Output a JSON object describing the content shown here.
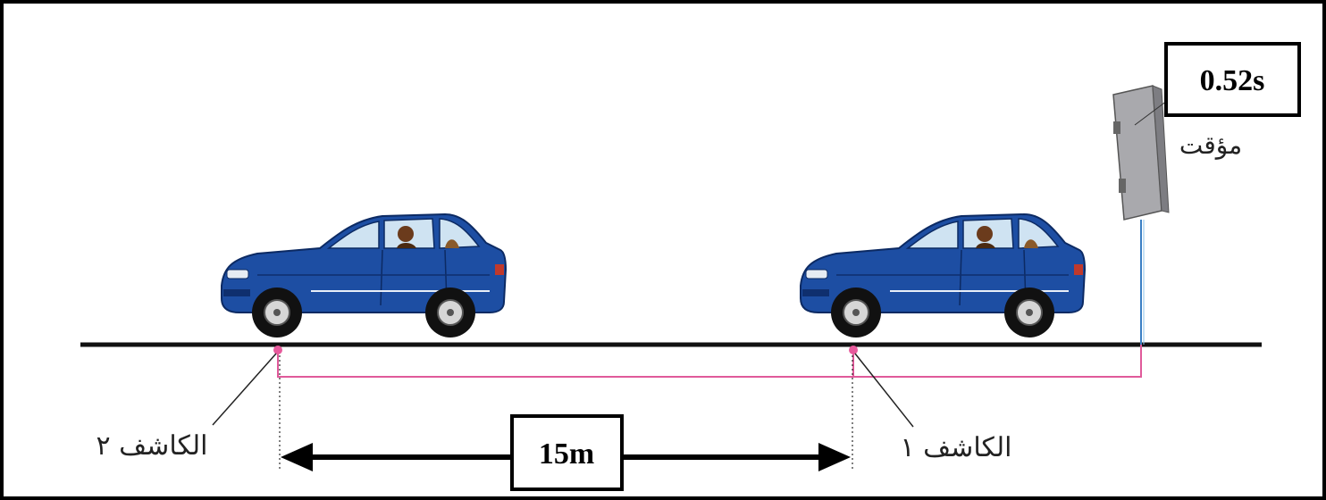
{
  "timer": {
    "reading": "0.52s",
    "label": "مؤقت"
  },
  "detectors": {
    "detector_1": "الكاشف ١",
    "detector_2": "الكاشف ٢"
  },
  "distance": {
    "value": "15m"
  },
  "colors": {
    "car_body": "#1d4ea3",
    "car_dark": "#0f2f6e",
    "wire": "#e05a9a",
    "sensor": "#e75a9c",
    "road": "#111111",
    "timer_body": "#a9a9ad"
  }
}
